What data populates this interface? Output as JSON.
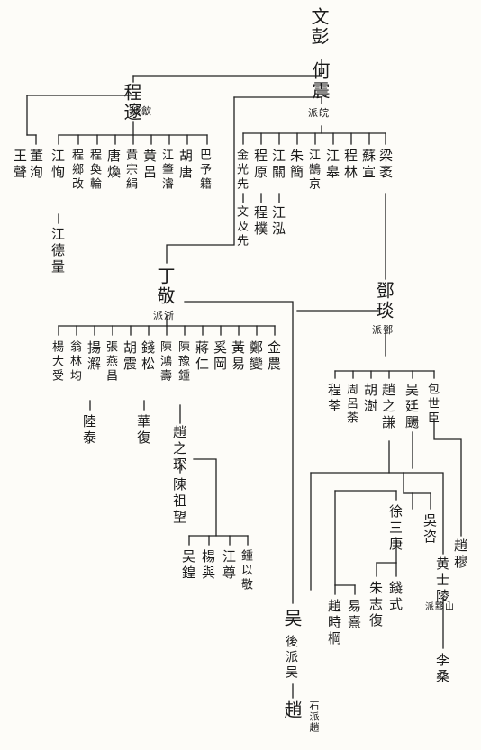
{
  "root": "文彭",
  "heZhen": "何震",
  "heZhenSchool": "派皖",
  "chengSui": "程邃",
  "chengSuiSchool": "派歙",
  "dingJing": "丁敬",
  "dingJingSchool": "派浙",
  "dengShiru": "鄧琰",
  "dengShiruSchool": "派鄧",
  "wuJunqing": "吴",
  "wuSchool": "後派吴",
  "zhaoShishi": "趙",
  "zhaoSchool": "石派趙",
  "chengDisciples": [
    "王聲",
    "董洵",
    "江恂",
    "程鄉改",
    "程奐輪",
    "唐煥",
    "黄宗絹",
    "黄呂",
    "江肇濬",
    "胡唐",
    "巴予籍"
  ],
  "jiangDeliang": "江德量",
  "heDisciples": [
    "金光先",
    "程原",
    "江關",
    "朱簡",
    "江鵠京",
    "江皋",
    "程林",
    "蘇宣",
    "梁袤"
  ],
  "heGrand": [
    "文及先",
    "程樸",
    "江泓"
  ],
  "dingDisciples": [
    "楊大受",
    "翁林均",
    "揚澥",
    "張燕昌",
    "胡震",
    "錢松",
    "陳鴻壽",
    "陳豫鍾",
    "蔣仁",
    "奚岡",
    "黃易",
    "鄭變",
    "金農"
  ],
  "luTai": "陸泰",
  "huaFu": "華復",
  "zhaoZhichen": "趙之琛",
  "chenZuwang": "陳祖望",
  "zhaoLine": [
    "吴鍠",
    "楊與",
    "江尊",
    "鍾以敬"
  ],
  "dengDisciples": [
    "程荃",
    "周呂荼",
    "胡澍",
    "趙之謙",
    "吴廷颺",
    "包世臣"
  ],
  "wuGroup": [
    "吳咨",
    "徐三庚"
  ],
  "qianShi": "錢式",
  "zhuZhifu": "朱志復",
  "yiXi": "易熹",
  "zhaoShihe": "趙時棡",
  "huangShiling": "黄士陵",
  "huangSchool": "派黟山",
  "liYin": "李桑",
  "zhaoMu": "趙穆"
}
